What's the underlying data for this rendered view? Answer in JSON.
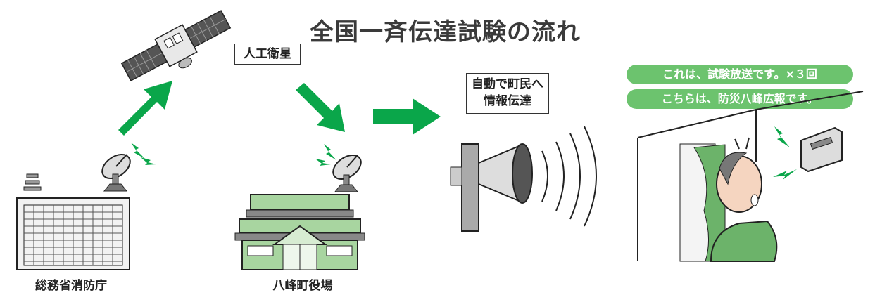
{
  "title": "全国一斉伝達試験の流れ",
  "satellite_label": "人工衛星",
  "info_label": {
    "line1": "自動で町民へ",
    "line2": "情報伝達"
  },
  "fdma_caption": "総務省消防庁",
  "town_office_caption": "八峰町役場",
  "announcements": [
    "これは、試験放送です。×３回",
    "こちらは、防災八峰広報です。"
  ],
  "colors": {
    "arrow_green": "#0aa64a",
    "pill_green": "#6cc36e",
    "building_green": "#a8d5a0",
    "dark_outline": "#333333"
  }
}
